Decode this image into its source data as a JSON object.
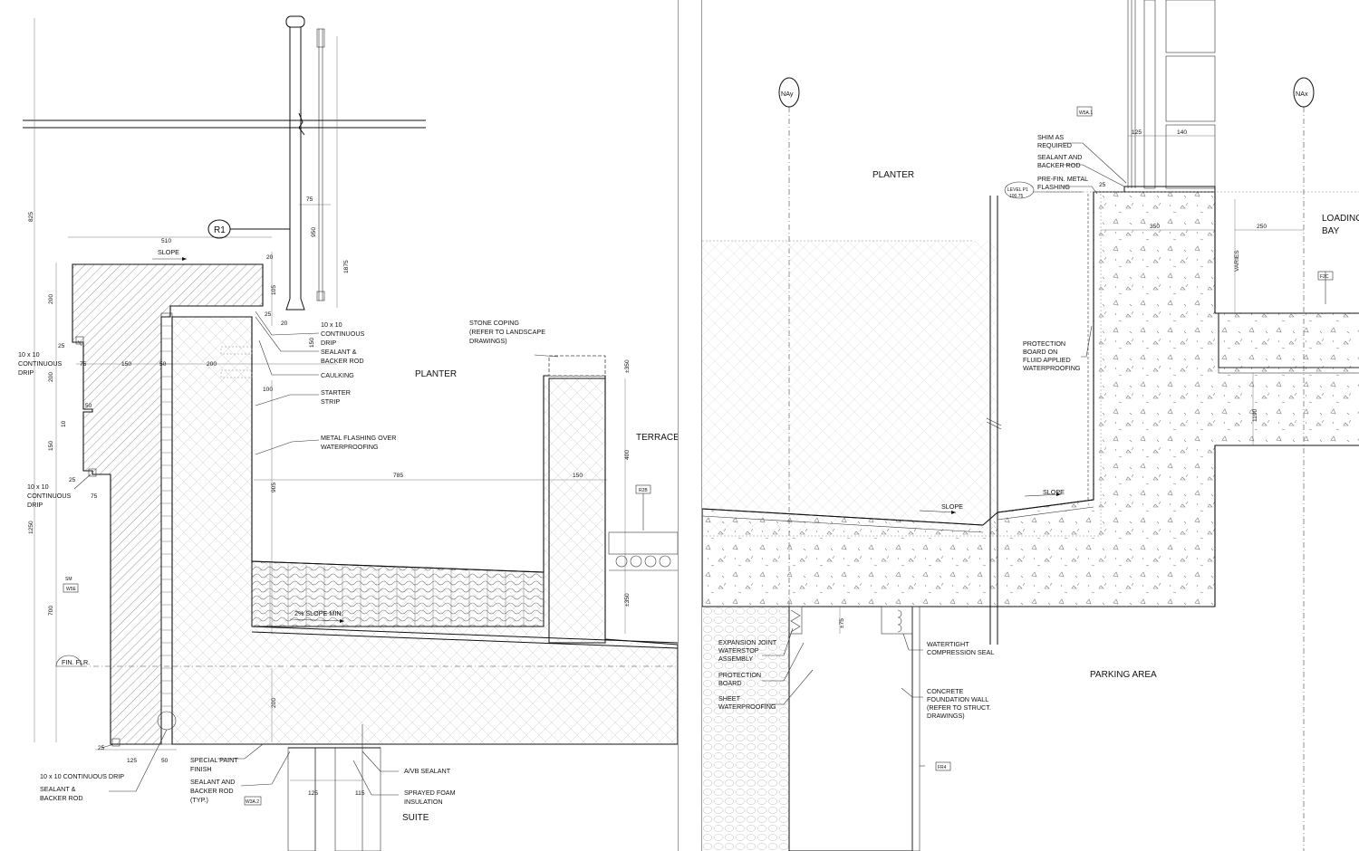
{
  "left_sheet": {
    "labels": {
      "planter": "PLANTER",
      "terrace": "TERRACE",
      "suite": "SUITE",
      "slope": "SLOPE",
      "slope_min": "2% SLOPE MIN.",
      "fin_flr": "FIN. FLR.",
      "ref_r1": "R1",
      "tag_r2b": "R2B",
      "tag_w5e": "W5E",
      "tag_sm": "SM",
      "tag_w3a2": "W3A.2"
    },
    "notes": {
      "drip_right": [
        "10 x 10",
        "CONTINUOUS",
        "DRIP"
      ],
      "sealant_backer": [
        "SEALANT &",
        "BACKER ROD"
      ],
      "caulking": "CAULKING",
      "starter_strip": [
        "STARTER",
        "STRIP"
      ],
      "metal_flashing": [
        "METAL FLASHING OVER",
        "WATERPROOFING"
      ],
      "stone_coping": [
        "STONE COPING",
        "(REFER TO LANDSCAPE",
        "DRAWINGS)"
      ],
      "drip_upper_left": [
        "10 x 10",
        "CONTINUOUS",
        "DRIP"
      ],
      "drip_mid_left": [
        "10 x 10",
        "CONTINUOUS",
        "DRIP"
      ],
      "drip_bottom": "10 x 10 CONTINUOUS DRIP",
      "sealant_backer_bottom": [
        "SEALANT &",
        "BACKER ROD"
      ],
      "special_paint": [
        "SPECIAL PAINT",
        "FINISH"
      ],
      "sealant_backer_typ": [
        "SEALANT AND",
        "BACKER ROD",
        "(TYP.)"
      ],
      "avb_sealant": "A/VB SEALANT",
      "sprayed_foam": [
        "SPRAYED FOAM",
        "INSULATION"
      ]
    },
    "dims": [
      "825",
      "510",
      "20",
      "75",
      "950",
      "1875",
      "200",
      "105",
      "25",
      "20",
      "150",
      "25",
      "75",
      "150",
      "50",
      "200",
      "200",
      "100",
      "50",
      "10",
      "150",
      "25",
      "75",
      "1250",
      "700",
      "905",
      "785",
      "150",
      "400",
      "±350",
      "±350",
      "200",
      "25",
      "125",
      "50",
      "125",
      "115"
    ]
  },
  "right_sheet": {
    "labels": {
      "planter": "PLANTER",
      "loading_bay": [
        "LOADING",
        "BAY"
      ],
      "parking": "PARKING AREA",
      "grid_nay": "NAy",
      "grid_nax": "NAx",
      "slope_a": "SLOPE",
      "slope_b": "SLOPE",
      "level": [
        "LEVEL P1",
        "100.75"
      ],
      "tag_w5a": "W5A.1",
      "tag_f2c": "F2C",
      "tag_fr4": "FR4"
    },
    "notes": {
      "shim": [
        "SHIM AS",
        "REQUIRED"
      ],
      "sealant_backer": [
        "SEALANT AND",
        "BACKER ROD"
      ],
      "prefin_flashing": [
        "PRE-FIN. METAL",
        "FLASHING"
      ],
      "protection_board": [
        "PROTECTION",
        "BOARD ON",
        "FLUID APPLIED",
        "WATERPROOFING"
      ],
      "expansion_joint": [
        "EXPANSION JOINT",
        "WATERSTOP",
        "ASSEMBLY"
      ],
      "protection_board_2": [
        "PROTECTION",
        "BOARD"
      ],
      "sheet_wp": [
        "SHEET",
        "WATERPROOFING"
      ],
      "compression_seal": [
        "WATERTIGHT",
        "COMPRESSION SEAL"
      ],
      "foundation_wall": [
        "CONCRETE",
        "FOUNDATION WALL",
        "(REFER TO STRUCT.",
        "DRAWINGS)"
      ]
    },
    "dims": [
      "125",
      "140",
      "25",
      "350",
      "250",
      "VARIES",
      "1190",
      "±75"
    ]
  },
  "colors": {
    "line": "#111111",
    "hatch": "#6a6a6a",
    "sheet_border": "#9a9a9a"
  }
}
